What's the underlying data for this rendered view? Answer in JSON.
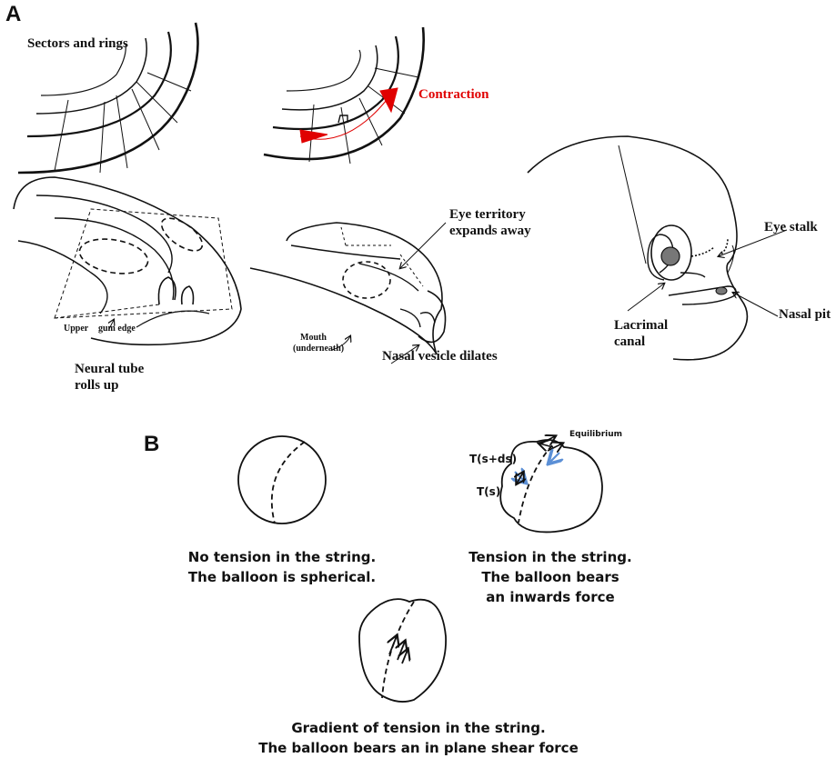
{
  "panel_a": {
    "letter": "A",
    "sectors_title": "Sectors and rings",
    "contraction": "Contraction",
    "upper": "Upper",
    "gum_edge": "gum edge",
    "neural_tube_line1": "Neural tube",
    "neural_tube_line2": "rolls up",
    "eye_territory_line1": "Eye territory",
    "eye_territory_line2": "expands away",
    "mouth_line1": "Mouth",
    "mouth_line2": "(underneath)",
    "nasal_vesicle": "Nasal vesicle dilates",
    "eye_stalk": "Eye stalk",
    "lacrimal_line1": "Lacrimal",
    "lacrimal_line2": "canal",
    "nasal_pit": "Nasal pit"
  },
  "panel_b": {
    "letter": "B",
    "equilibrium": "Equilibrium",
    "t_s_ds": "T(s+ds)",
    "t_s": "T(s)",
    "caption1_line1": "No tension in the string.",
    "caption1_line2": "The balloon is spherical.",
    "caption2_line1": "Tension in the string.",
    "caption2_line2": "The balloon bears",
    "caption2_line3": "an inwards force",
    "caption3_line1": "Gradient of tension in the string.",
    "caption3_line2": "The balloon bears an in plane shear force"
  },
  "colors": {
    "contraction": "#e00000",
    "arrow_blue": "#5b8fd6",
    "ink": "#111111",
    "fill_gray": "#777777"
  }
}
